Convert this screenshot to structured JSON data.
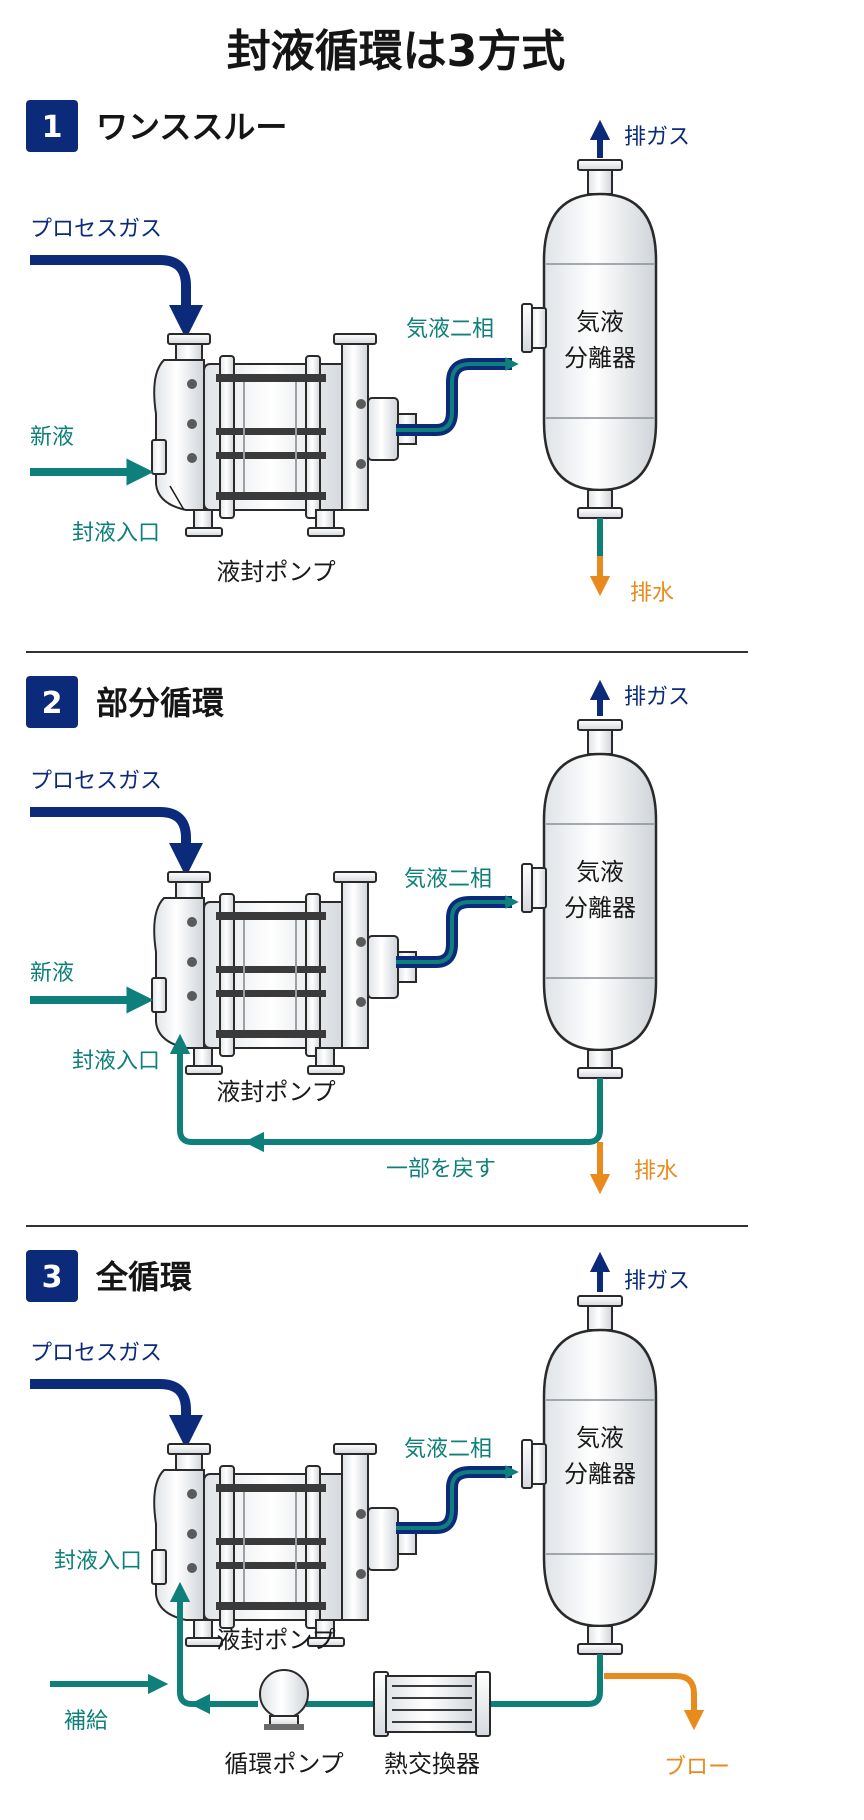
{
  "title": "封液循環は3方式",
  "colors": {
    "navy": "#0b2a7a",
    "teal": "#0e7f7a",
    "orange": "#e98a1d",
    "badge": "#0b2a7a",
    "equipment_stroke": "#2a2a2a",
    "equipment_fill": "#eef0f2"
  },
  "sections": [
    {
      "number": "1",
      "name": "ワンススルー",
      "labels": {
        "process_gas": "プロセスガス",
        "fresh_liquid": "新液",
        "seal_inlet": "封液入口",
        "pump": "液封ポンプ",
        "two_phase": "気液二相",
        "separator_line1": "気液",
        "separator_line2": "分離器",
        "exhaust": "排ガス",
        "drain": "排水"
      }
    },
    {
      "number": "2",
      "name": "部分循環",
      "labels": {
        "process_gas": "プロセスガス",
        "fresh_liquid": "新液",
        "seal_inlet": "封液入口",
        "pump": "液封ポンプ",
        "two_phase": "気液二相",
        "separator_line1": "気液",
        "separator_line2": "分離器",
        "exhaust": "排ガス",
        "drain": "排水",
        "return_part": "一部を戻す"
      }
    },
    {
      "number": "3",
      "name": "全循環",
      "labels": {
        "process_gas": "プロセスガス",
        "seal_inlet": "封液入口",
        "pump": "液封ポンプ",
        "two_phase": "気液二相",
        "separator_line1": "気液",
        "separator_line2": "分離器",
        "exhaust": "排ガス",
        "makeup": "補給",
        "circ_pump": "循環ポンプ",
        "heat_exchanger": "熱交換器",
        "blow": "ブロー"
      }
    }
  ]
}
